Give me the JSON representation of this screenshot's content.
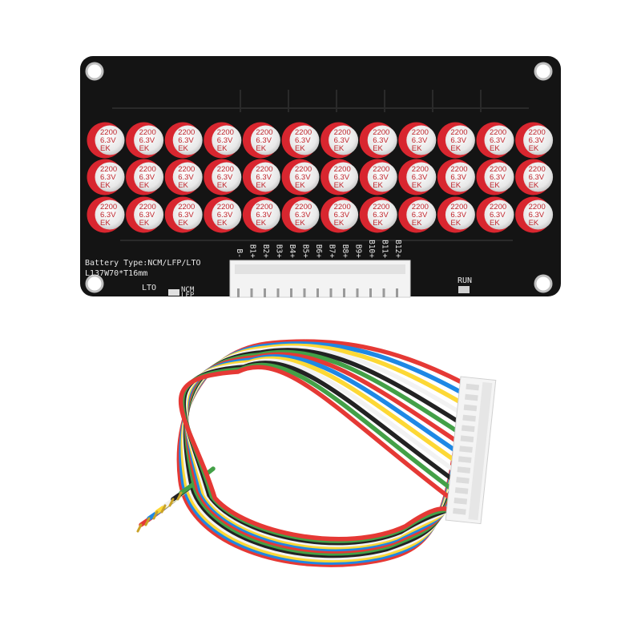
{
  "board": {
    "pcb_color": "#141414",
    "silkscreen_color": "#e6e6e6",
    "battery_type_text": "Battery Type:NCM/LFP/LTO",
    "size_text": "L137W70*T16mm",
    "lto_label": "LTO",
    "ncm_label": "NCM",
    "lfp_label": "LFP",
    "run_label": "RUN",
    "pin_labels": [
      "B-",
      "B1+",
      "B2+",
      "B3+",
      "B4+",
      "B5+",
      "B6+",
      "B7+",
      "B8+",
      "B9+",
      "B10+",
      "B11+",
      "B12+"
    ]
  },
  "capacitor": {
    "rows": 3,
    "cols": 12,
    "capacitance": "2200",
    "voltage": "6.3V",
    "brand": "EK",
    "sleeve_color": "#d8262f",
    "can_color": "#ececec"
  },
  "cable": {
    "wire_colors": [
      "#e53935",
      "#1e88e5",
      "#fdd835",
      "#f2f2f2",
      "#222222",
      "#43a047",
      "#e53935",
      "#1e88e5",
      "#fdd835",
      "#f2f2f2",
      "#222222",
      "#43a047",
      "#e53935"
    ],
    "connector_color": "#f4f4f4"
  }
}
